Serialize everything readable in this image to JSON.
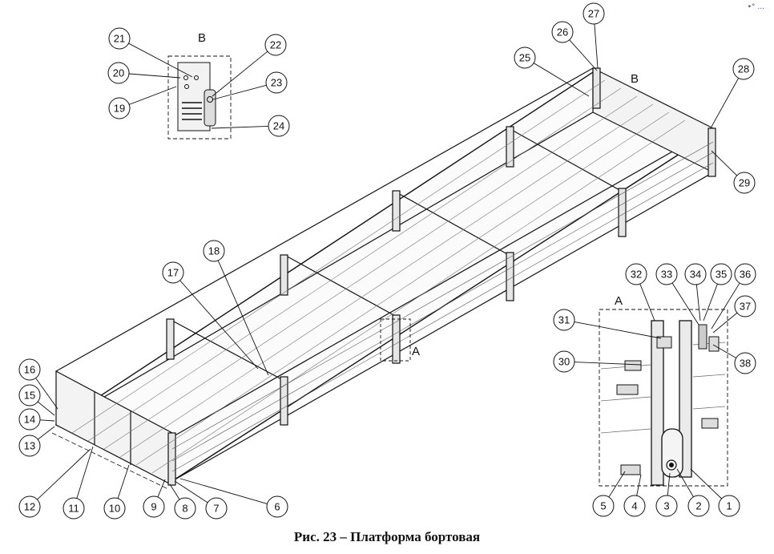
{
  "caption": "Рис. 23 – Платформа бортовая",
  "corner_mark": "•° ...",
  "view_labels": {
    "a_marker": "A",
    "b_marker": "B",
    "detail_a_title": "A",
    "detail_b_title": "B"
  },
  "callouts": [
    {
      "num": "1"
    },
    {
      "num": "2"
    },
    {
      "num": "3"
    },
    {
      "num": "4"
    },
    {
      "num": "5"
    },
    {
      "num": "6"
    },
    {
      "num": "7"
    },
    {
      "num": "8"
    },
    {
      "num": "9"
    },
    {
      "num": "10"
    },
    {
      "num": "11"
    },
    {
      "num": "12"
    },
    {
      "num": "13"
    },
    {
      "num": "14"
    },
    {
      "num": "15"
    },
    {
      "num": "16"
    },
    {
      "num": "17"
    },
    {
      "num": "18"
    },
    {
      "num": "19"
    },
    {
      "num": "20"
    },
    {
      "num": "21"
    },
    {
      "num": "22"
    },
    {
      "num": "23"
    },
    {
      "num": "24"
    },
    {
      "num": "25"
    },
    {
      "num": "26"
    },
    {
      "num": "27"
    },
    {
      "num": "28"
    },
    {
      "num": "29"
    },
    {
      "num": "30"
    },
    {
      "num": "31"
    },
    {
      "num": "32"
    },
    {
      "num": "33"
    },
    {
      "num": "34"
    },
    {
      "num": "35"
    },
    {
      "num": "36"
    },
    {
      "num": "37"
    },
    {
      "num": "38"
    }
  ]
}
